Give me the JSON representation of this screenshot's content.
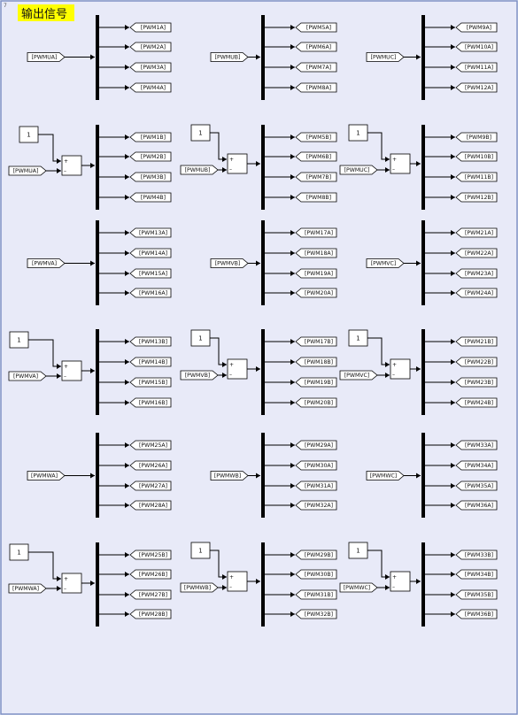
{
  "corner_mark": "7",
  "title": "输出信号",
  "colors": {
    "background": "#e8eaf8",
    "border": "#7d8fc4",
    "title_bg": "#ffff00",
    "line": "#000000",
    "block_fill": "#ffffff"
  },
  "rows": [
    {
      "type": "direct",
      "groups": [
        {
          "input": "[PWMUA]",
          "outputs": [
            "[PWM1A]",
            "[PWM2A]",
            "[PWM3A]",
            "[PWM4A]"
          ]
        },
        {
          "input": "[PWMUB]",
          "outputs": [
            "[PWM5A]",
            "[PWM6A]",
            "[PWM7A]",
            "[PWM8A]"
          ]
        },
        {
          "input": "[PWMUC]",
          "outputs": [
            "[PWM9A]",
            "[PWM10A]",
            "[PWM11A]",
            "[PWM12A]"
          ]
        }
      ]
    },
    {
      "type": "inverted",
      "groups": [
        {
          "constant": "1",
          "input": "[PWMUA]",
          "outputs": [
            "[PWM1B]",
            "[PWM2B]",
            "[PWM3B]",
            "[PWM4B]"
          ]
        },
        {
          "constant": "1",
          "input": "[PWMUB]",
          "outputs": [
            "[PWM5B]",
            "[PWM6B]",
            "[PWM7B]",
            "[PWM8B]"
          ]
        },
        {
          "constant": "1",
          "input": "[PWMUC]",
          "outputs": [
            "[PWM9B]",
            "[PWM10B]",
            "[PWM11B]",
            "[PWM12B]"
          ]
        }
      ]
    },
    {
      "type": "direct",
      "groups": [
        {
          "input": "[PWMVA]",
          "outputs": [
            "[PWM13A]",
            "[PWM14A]",
            "[PWM15A]",
            "[PWM16A]"
          ]
        },
        {
          "input": "[PWMVB]",
          "outputs": [
            "[PWM17A]",
            "[PWM18A]",
            "[PWM19A]",
            "[PWM20A]"
          ]
        },
        {
          "input": "[PWMVC]",
          "outputs": [
            "[PWM21A]",
            "[PWM22A]",
            "[PWM23A]",
            "[PWM24A]"
          ]
        }
      ]
    },
    {
      "type": "inverted",
      "groups": [
        {
          "constant": "1",
          "input": "[PWMVA]",
          "outputs": [
            "[PWM13B]",
            "[PWM14B]",
            "[PWM15B]",
            "[PWM16B]"
          ]
        },
        {
          "constant": "1",
          "input": "[PWMVB]",
          "outputs": [
            "[PWM17B]",
            "[PWM18B]",
            "[PWM19B]",
            "[PWM20B]"
          ]
        },
        {
          "constant": "1",
          "input": "[PWMVC]",
          "outputs": [
            "[PWM21B]",
            "[PWM22B]",
            "[PWM23B]",
            "[PWM24B]"
          ]
        }
      ]
    },
    {
      "type": "direct",
      "groups": [
        {
          "input": "[PWMWA]",
          "outputs": [
            "[PWM25A]",
            "[PWM26A]",
            "[PWM27A]",
            "[PWM28A]"
          ]
        },
        {
          "input": "[PWMWB]",
          "outputs": [
            "[PWM29A]",
            "[PWM30A]",
            "[PWM31A]",
            "[PWM32A]"
          ]
        },
        {
          "input": "[PWMWC]",
          "outputs": [
            "[PWM33A]",
            "[PWM34A]",
            "[PWM35A]",
            "[PWM36A]"
          ]
        }
      ]
    },
    {
      "type": "inverted",
      "groups": [
        {
          "constant": "1",
          "input": "[PWMWA]",
          "outputs": [
            "[PWM25B]",
            "[PWM26B]",
            "[PWM27B]",
            "[PWM28B]"
          ]
        },
        {
          "constant": "1",
          "input": "[PWMWB]",
          "outputs": [
            "[PWM29B]",
            "[PWM30B]",
            "[PWM31B]",
            "[PWM32B]"
          ]
        },
        {
          "constant": "1",
          "input": "[PWMWC]",
          "outputs": [
            "[PWM33B]",
            "[PWM34B]",
            "[PWM35B]",
            "[PWM36B]"
          ]
        }
      ]
    }
  ]
}
